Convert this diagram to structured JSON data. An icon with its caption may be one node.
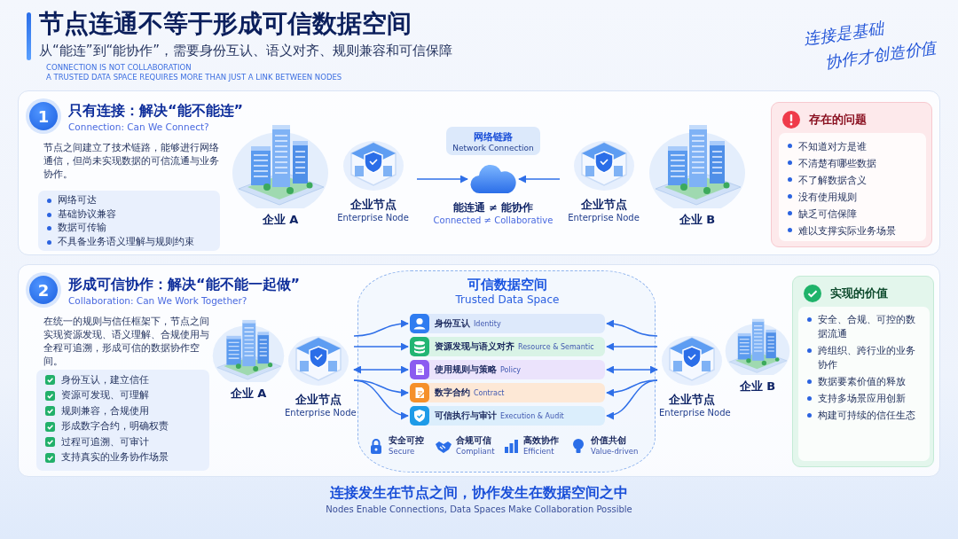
{
  "diagram": {
    "title": "节点连通不等于形成可信数据空间",
    "caption": "连接发生在节点之间，协作发生在数据空间之中",
    "nodes": [
      {
        "text": [
          "1",
          "只有连接：解决“能不能连”",
          "Connection: Can We Connect?",
          "节点之间建立了技术链路，能够进行网络通信，但尚未实现数据的可信流通与业务协作。"
        ]
      },
      {
        "text": [
          "网络可达",
          "基础协议兼容",
          "数据可传输",
          "不具备业务语义理解与规则约束"
        ],
        "in": 0
      },
      {
        "text": [
          "企业 A"
        ],
        "in": 0
      },
      {
        "text": [
          "企业节点",
          "Enterprise Node"
        ],
        "in": 0
      },
      {
        "text": [
          "网络链路",
          "Network Connection"
        ],
        "in": 0
      },
      {
        "text": [],
        "shape": "cloud",
        "in": 0,
        "beside": [
          "能连通 ≠ 能协作",
          "Connected ≠ Collaborative"
        ]
      },
      {
        "text": [
          "企业节点",
          "Enterprise Node"
        ],
        "in": 0
      },
      {
        "text": [
          "企业 B"
        ],
        "in": 0
      },
      {
        "text": [
          "存在的问题"
        ],
        "in": 0
      },
      {
        "text": [
          "不知道对方是谁",
          "不清楚有哪些数据",
          "不了解数据含义",
          "没有使用规则",
          "缺乏可信保障",
          "难以支撑实际业务场景"
        ],
        "in": 8
      },
      {
        "text": [
          "2",
          "形成可信协作：解决“能不能一起做”",
          "Collaboration: Can We Work Together?",
          "在统一的规则与信任框架下，节点之间实现资源发现、语义理解、合规使用与全程可追溯，形成可信的数据协作空间。"
        ]
      },
      {
        "text": [
          "身份互认，建立信任",
          "资源可发现、可理解",
          "规则兼容，合规使用",
          "形成数字合约，明确权责",
          "过程可追溯、可审计",
          "支持真实的业务协作场景"
        ],
        "in": 10
      },
      {
        "text": [
          "企业 A"
        ],
        "in": 10
      },
      {
        "text": [
          "企业节点",
          "Enterprise Node"
        ],
        "in": 10
      },
      {
        "text": [
          "可信数据空间",
          "Trusted Data Space"
        ],
        "in": 10
      },
      {
        "text": [
          "身份互认",
          "Identity"
        ],
        "in": 14
      },
      {
        "text": [
          "资源发现与语义对齐",
          "Resource & Semantic"
        ],
        "in": 14
      },
      {
        "text": [
          "使用规则与策略",
          "Policy"
        ],
        "in": 14
      },
      {
        "text": [
          "数字合约",
          "Contract"
        ],
        "in": 14
      },
      {
        "text": [
          "可信执行与审计",
          "Execution & Audit"
        ],
        "in": 14
      },
      {
        "text": [
          "企业节点",
          "Enterprise Node"
        ],
        "in": 10
      },
      {
        "text": [
          "企业 B"
        ],
        "in": 10
      },
      {
        "text": [
          "实现的价值"
        ],
        "in": 10
      },
      {
        "text": [
          "安全、合规、可控的数据流通",
          "跨组织、跨行业的业务协作",
          "数据要素价值的释放",
          "支持多场景应用创新",
          "构建可持续的信任生态"
        ],
        "in": 22
      }
    ],
    "edges": [
      {
        "from": 3,
        "to": 5,
        "arrow": "to"
      },
      {
        "from": 6,
        "to": 5,
        "arrow": "to"
      },
      {
        "from": 13,
        "to": 15,
        "arrow": "to"
      },
      {
        "from": 13,
        "to": 16,
        "arrow": "to"
      },
      {
        "from": 13,
        "to": 17,
        "arrow": "both"
      },
      {
        "from": 13,
        "to": 18,
        "arrow": "to"
      },
      {
        "from": 13,
        "to": 19,
        "arrow": "to"
      },
      {
        "from": 20,
        "to": 15,
        "arrow": "to"
      },
      {
        "from": 20,
        "to": 16,
        "arrow": "to"
      },
      {
        "from": 20,
        "to": 17,
        "arrow": "both"
      },
      {
        "from": 20,
        "to": 18,
        "arrow": "to"
      },
      {
        "from": 20,
        "to": 19,
        "arrow": "to"
      }
    ],
    "labels": [
      "从“能连”到“能协作”，需要身份互认、语义对齐、规则兼容和可信保障",
      "CONNECTION IS NOT COLLABORATION",
      "A TRUSTED DATA SPACE REQUIRES MORE THAN JUST A LINK BETWEEN NODES",
      "连接是基础",
      "协作才创造价值",
      "安全可控",
      "Secure",
      "合规可信",
      "Compliant",
      "高效协作",
      "Efficient",
      "价值共创",
      "Value-driven",
      "Nodes Enable Connections, Data Spaces Make Collaboration Possible"
    ]
  }
}
